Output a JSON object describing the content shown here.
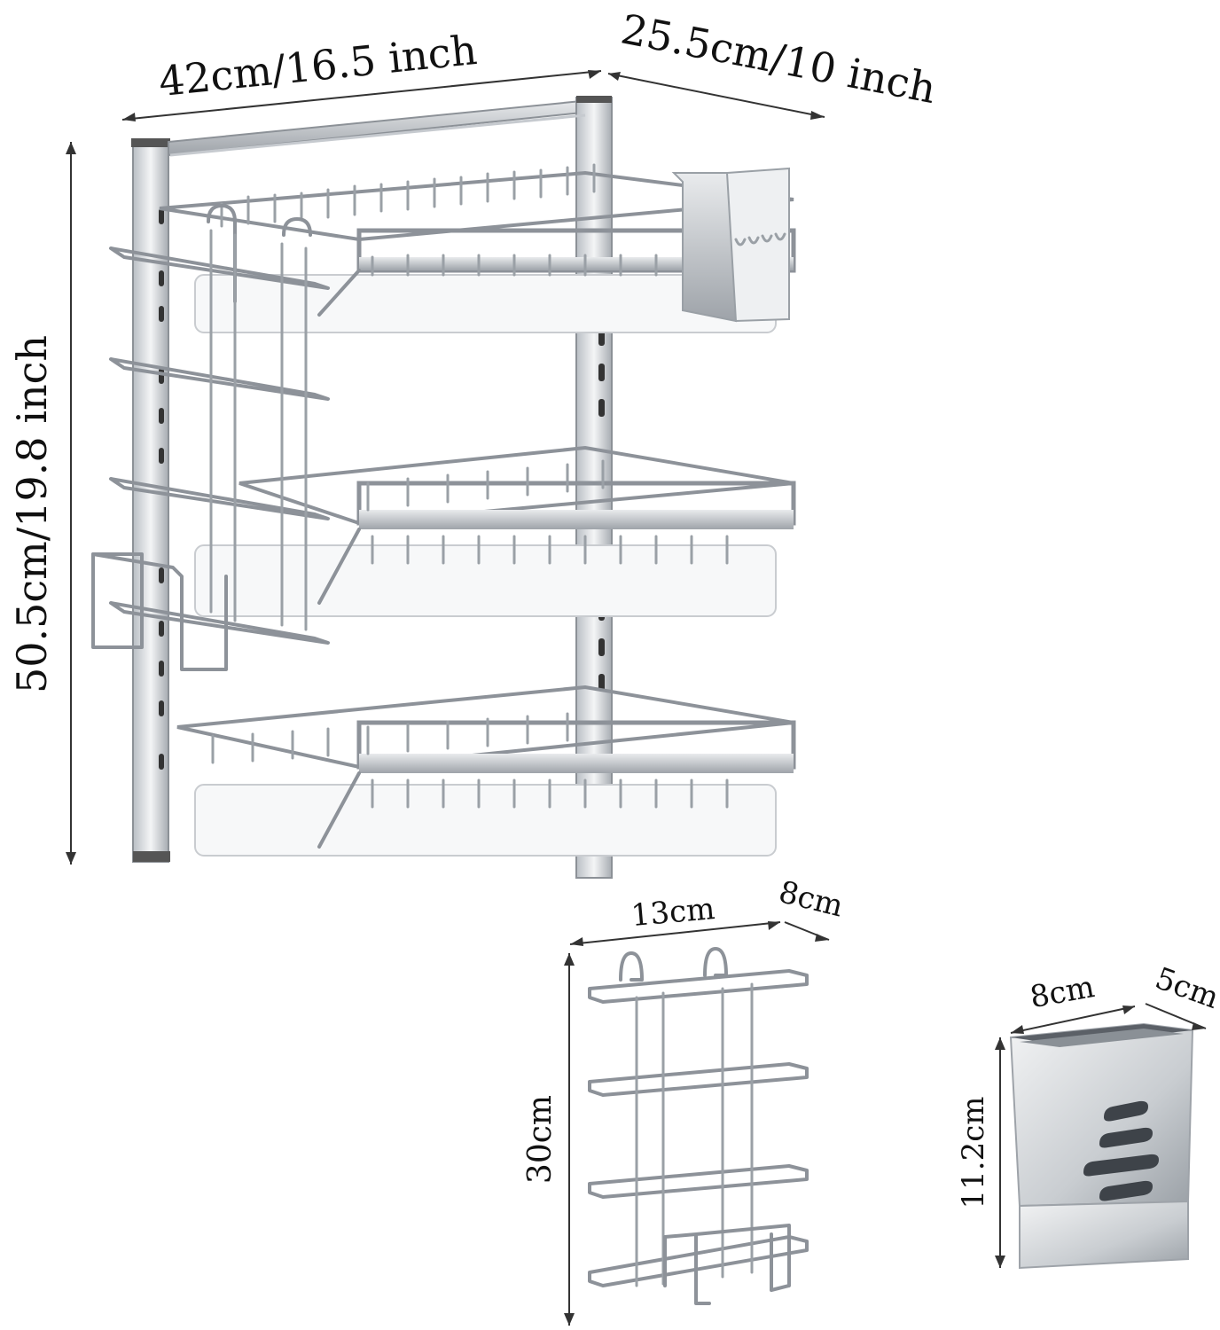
{
  "main_rack": {
    "width_label": "42cm/16.5 inch",
    "depth_label": "25.5cm/10 inch",
    "height_label": "50.5cm/19.8 inch"
  },
  "side_rack": {
    "width_label": "13cm",
    "depth_label": "8cm",
    "height_label": "30cm"
  },
  "utensil_holder": {
    "width_label": "8cm",
    "depth_label": "5cm",
    "height_label": "11.2cm"
  },
  "colors": {
    "steel": "#8d9299",
    "tray": "#f7f8f9",
    "text": "#111111"
  }
}
